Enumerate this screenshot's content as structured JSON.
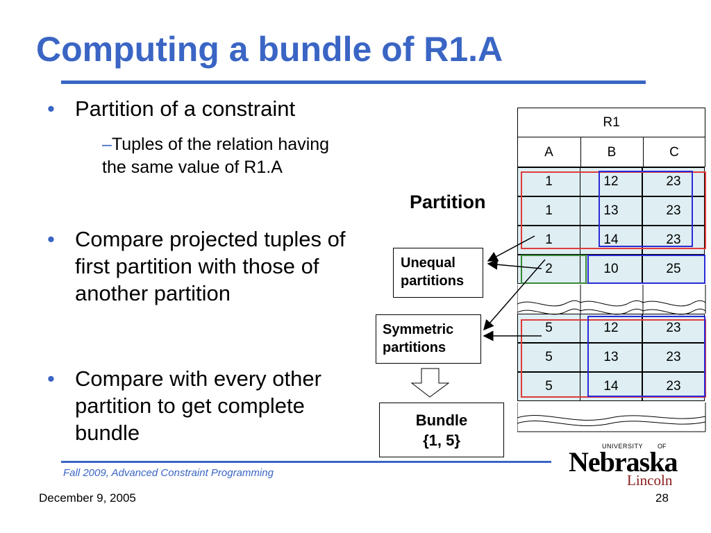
{
  "slide": {
    "title": "Computing a bundle of R1.A",
    "bullets": [
      {
        "text": "Partition of a constraint",
        "sub": "Tuples of the relation having the same value of R1.A"
      },
      {
        "text": "Compare projected tuples of first partition with those of another partition"
      },
      {
        "text": "Compare with every other partition to get complete bundle"
      }
    ]
  },
  "diagram": {
    "relation_name": "R1",
    "columns": [
      "A",
      "B",
      "C"
    ],
    "rows": [
      [
        "1",
        "12",
        "23"
      ],
      [
        "1",
        "13",
        "23"
      ],
      [
        "1",
        "14",
        "23"
      ],
      [
        "2",
        "10",
        "25"
      ],
      [
        "5",
        "12",
        "23"
      ],
      [
        "5",
        "13",
        "23"
      ],
      [
        "5",
        "14",
        "23"
      ]
    ],
    "partition_label": "Partition",
    "unequal_label_1": "Unequal",
    "unequal_label_2": "partitions",
    "symmetric_label_1": "Symmetric",
    "symmetric_label_2": "partitions",
    "bundle_label_1": "Bundle",
    "bundle_label_2": "{1, 5}",
    "colors": {
      "red": "#e03a3a",
      "blue": "#2a2ad8",
      "green": "#3a8a3a",
      "cell_fill": "#deeef2"
    }
  },
  "footer": {
    "course": "Fall 2009, Advanced Constraint Programming",
    "date": "December 9, 2005",
    "page": "28"
  },
  "logo": {
    "top": "UNIVERSITY",
    "of": "OF",
    "name": "Nebraska",
    "campus": "Lincoln"
  }
}
